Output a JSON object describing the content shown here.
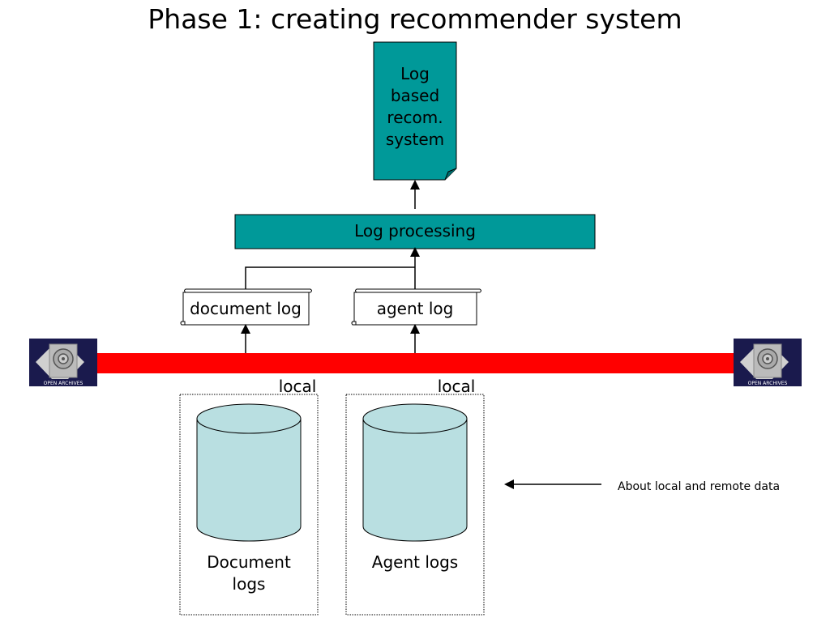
{
  "slide": {
    "title": "Phase 1: creating recommender system"
  },
  "diagram": {
    "log_based_doc": {
      "lines": [
        "Log",
        "based",
        "recom.",
        "system"
      ]
    },
    "log_processing": {
      "label": "Log processing"
    },
    "document_log": {
      "label": "document log"
    },
    "agent_log": {
      "label": "agent log"
    },
    "open_archives_logo": {
      "text": "OPEN ARCHIVES"
    },
    "local_labels": [
      "local",
      "local"
    ],
    "document_logs_db": {
      "lines": [
        "Document",
        "logs"
      ]
    },
    "agent_logs_db": {
      "label": "Agent logs"
    },
    "annotation": {
      "text": "About local and remote data"
    }
  },
  "colors": {
    "teal": "#009999",
    "red_bar": "#ff0000",
    "cylinder": "#b9dfe1",
    "scroll_fill": "#ffffff",
    "logo_bg": "#1a1a4d"
  }
}
